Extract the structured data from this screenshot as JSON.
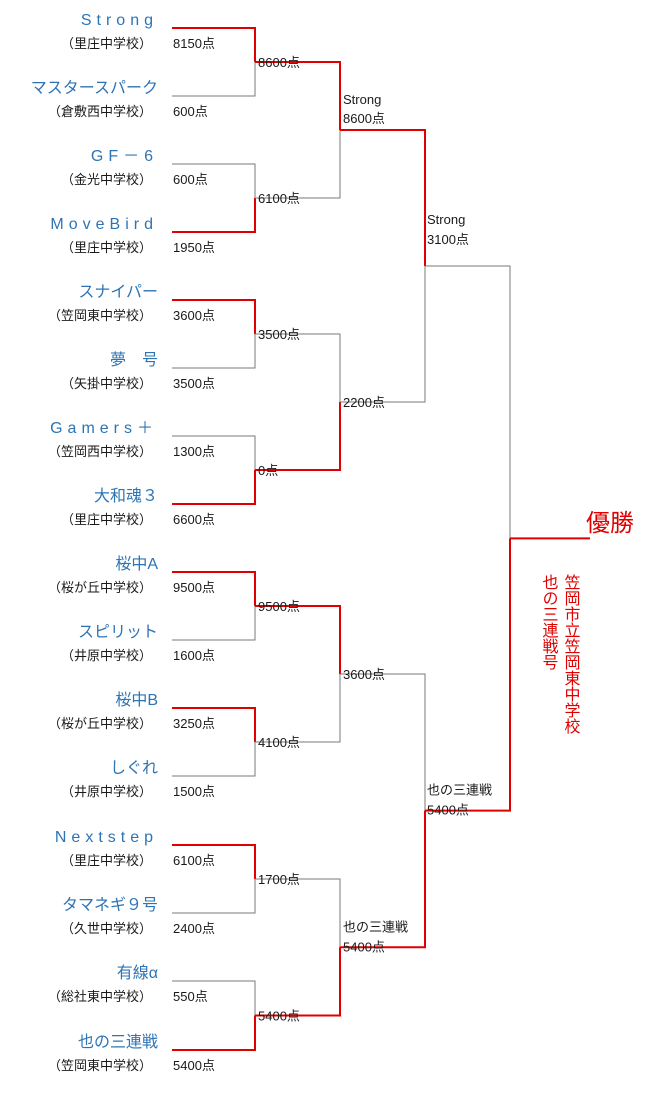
{
  "teams": [
    {
      "name": "Strong",
      "school": "（里庄中学校）",
      "score": "8150点"
    },
    {
      "name": "マスタースパーク",
      "school": "（倉敷西中学校）",
      "score": "600点"
    },
    {
      "name": "GF－6",
      "school": "（金光中学校）",
      "score": "600点"
    },
    {
      "name": "MoveBird",
      "school": "（里庄中学校）",
      "score": "1950点"
    },
    {
      "name": "スナイパー",
      "school": "（笠岡東中学校）",
      "score": "3600点"
    },
    {
      "name": "夢　号",
      "school": "（矢掛中学校）",
      "score": "3500点"
    },
    {
      "name": "Gamers＋",
      "school": "（笠岡西中学校）",
      "score": "1300点"
    },
    {
      "name": "大和魂３",
      "school": "（里庄中学校）",
      "score": "6600点"
    },
    {
      "name": "桜中A",
      "school": "（桜が丘中学校）",
      "score": "9500点"
    },
    {
      "name": "スピリット",
      "school": "（井原中学校）",
      "score": "1600点"
    },
    {
      "name": "桜中B",
      "school": "（桜が丘中学校）",
      "score": "3250点"
    },
    {
      "name": "しぐれ",
      "school": "（井原中学校）",
      "score": "1500点"
    },
    {
      "name": "Nextstep",
      "school": "（里庄中学校）",
      "score": "6100点"
    },
    {
      "name": "タマネギ９号",
      "school": "（久世中学校）",
      "score": "2400点"
    },
    {
      "name": "有線α",
      "school": "（総社東中学校）",
      "score": "550点"
    },
    {
      "name": "也の三連戦",
      "school": "（笠岡東中学校）",
      "score": "5400点"
    }
  ],
  "round2": [
    {
      "score": "8600点"
    },
    {
      "score": "6100点"
    },
    {
      "score": "3500点"
    },
    {
      "score": "0点"
    },
    {
      "score": "9500点"
    },
    {
      "score": "4100点"
    },
    {
      "score": "1700点"
    },
    {
      "score": "5400点"
    }
  ],
  "round3": [
    {
      "winner": "Strong",
      "score": "8600点"
    },
    {
      "winner": "",
      "score": "2200点"
    },
    {
      "winner": "",
      "score": "3600点"
    },
    {
      "winner": "也の三連戦",
      "score": "5400点"
    }
  ],
  "round4": [
    {
      "winner": "Strong",
      "score": "3100点"
    },
    {
      "winner": "也の三連戦",
      "score": "5400点"
    }
  ],
  "champion": {
    "title": "優勝",
    "name_line1": "笠岡市立笠岡東中学校",
    "name_line2": "也の三連戦号"
  },
  "colors": {
    "winner_line": "#e00000",
    "team_name": "#2e74b5"
  }
}
